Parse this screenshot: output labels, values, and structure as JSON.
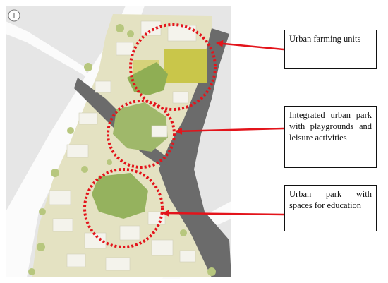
{
  "compass_label": "I",
  "callouts": [
    {
      "text": "Urban farming units"
    },
    {
      "text": "Integrated urban park with playgrounds and leisure activities"
    },
    {
      "text": "Urban park with spaces for education"
    }
  ],
  "colors": {
    "highlight_red": "#e3141b",
    "river": "#6b6b6b",
    "greenery": "#a9bd6a",
    "farmland": "#c9c64a",
    "ground": "#e4e2c2",
    "background": "#e6e6e6"
  }
}
